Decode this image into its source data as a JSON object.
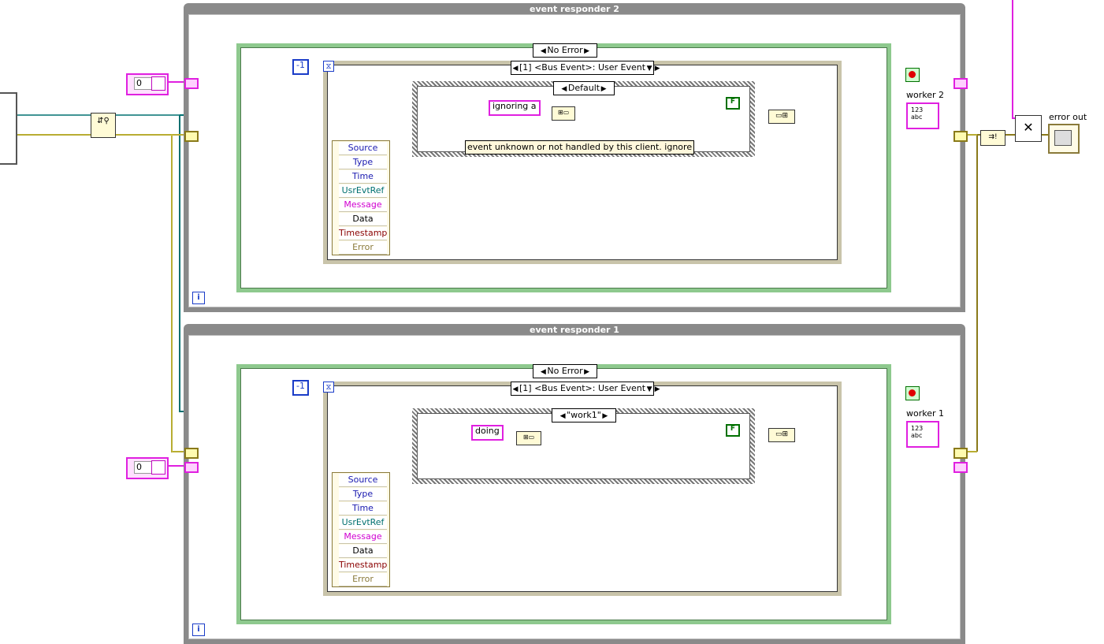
{
  "loops": {
    "top_label": "event responder 2",
    "bottom_label": "event responder 1",
    "iteration_glyph": "i"
  },
  "case_selector": {
    "top": "No Error",
    "bottom": "No Error"
  },
  "event_selector": {
    "top": "[1] <Bus Event>: User Event",
    "bottom": "[1] <Bus Event>: User Event"
  },
  "inner_case": {
    "top": "Default",
    "bottom": "\"work1\""
  },
  "timeout_constant": {
    "top": "-1",
    "bottom": "-1"
  },
  "string_constants": {
    "top": "ignoring a",
    "bottom": "doing"
  },
  "comment": "event unknown  or not handled by this client. ignore",
  "boolean_false": "F",
  "event_data_fields": [
    "Source",
    "Type",
    "Time",
    "UsrEvtRef",
    "Message",
    "Data",
    "Timestamp",
    "Error"
  ],
  "event_data_colors": [
    "#1a1ab0",
    "#1a1ab0",
    "#1a1ab0",
    "#007070",
    "#d000d0",
    "#8a0000",
    "#8a0000",
    "#8a7a3a"
  ],
  "indicators": {
    "worker_top": "worker 2",
    "worker_bottom": "worker 1",
    "error_out": "error out"
  },
  "numeric_controls": {
    "top": "0",
    "bottom": "0"
  },
  "colors": {
    "pink_wire": "#e020e0",
    "teal_wire": "#007070",
    "olive_wire": "#8a7a1a",
    "loop_gray": "#8a8a8a",
    "case_green": "#8ec98e"
  }
}
